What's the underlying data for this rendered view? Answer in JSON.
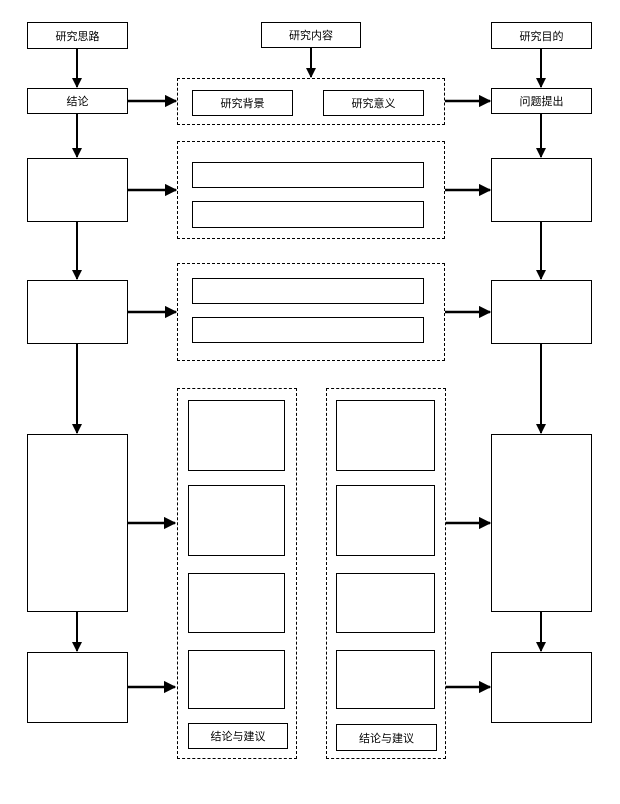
{
  "header": {
    "approach": "研究思路",
    "content": "研究内容",
    "purpose": "研究目的"
  },
  "left_column": {
    "step1": "结论"
  },
  "center_column": {
    "background": "研究背景",
    "significance": "研究意义"
  },
  "right_column": {
    "step1": "问题提出"
  },
  "bottom_panels": {
    "left_conclusion": "结论与建议",
    "right_conclusion": "结论与建议"
  },
  "colors": {
    "stroke": "#000000",
    "background": "#ffffff"
  }
}
